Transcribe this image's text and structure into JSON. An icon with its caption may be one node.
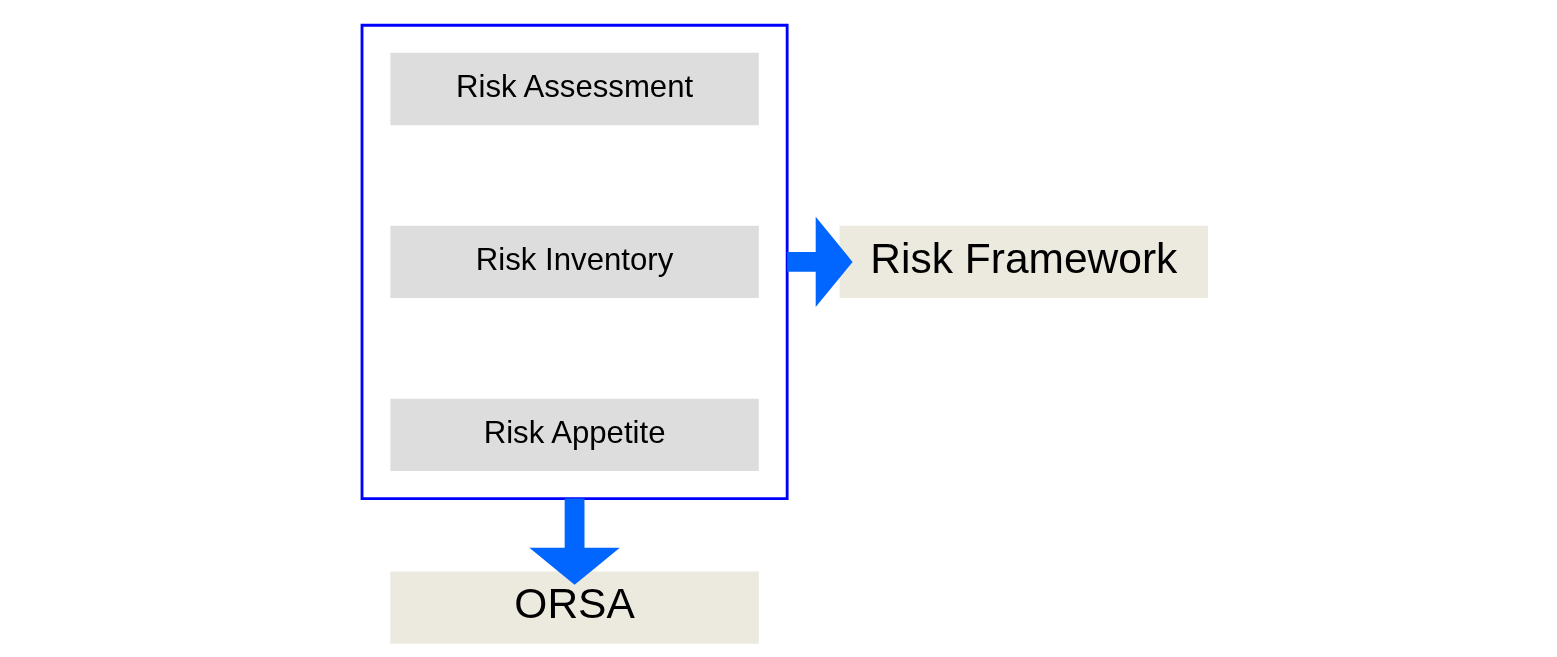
{
  "diagram": {
    "nodes": [
      {
        "text": [],
        "shape": "box"
      },
      {
        "text": [
          "Risk Assessment"
        ],
        "in": 0
      },
      {
        "text": [
          "Risk Inventory"
        ],
        "in": 0
      },
      {
        "text": [
          "Risk Appetite"
        ],
        "in": 0
      },
      {
        "text": [
          "Risk Framework"
        ]
      },
      {
        "text": [
          "ORSA"
        ]
      }
    ],
    "edges": [
      {
        "from": 0,
        "to": 4,
        "arrow": "to"
      },
      {
        "from": 0,
        "to": 5,
        "arrow": "to"
      }
    ]
  }
}
